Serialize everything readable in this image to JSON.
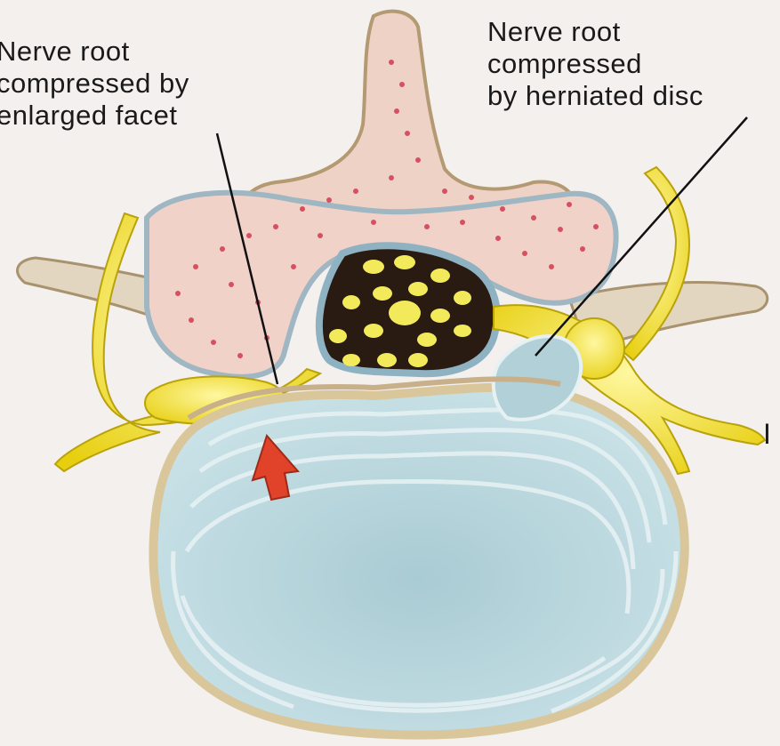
{
  "labels": {
    "left": "Nerve root\ncompressed by\nenlarged facet",
    "right": "Nerve root\ncompressed\nby herniated disc",
    "edge_fragment": "I"
  },
  "colors": {
    "background": "#f4f0ee",
    "bone_outer": "#e2d6c0",
    "bone_inner": "#f0cfc6",
    "marrow_dots": "#d23a50",
    "disc": "#b7d5dc",
    "disc_rings": "#e6f1f3",
    "disc_rim": "#d9c69a",
    "nerve": "#f5e12a",
    "canal": "#2a1b12",
    "canal_dots": "#f2ea5a",
    "arrow": "#e0432a",
    "leader_line": "#111111"
  },
  "icons": [
    "red-arrow-icon"
  ]
}
